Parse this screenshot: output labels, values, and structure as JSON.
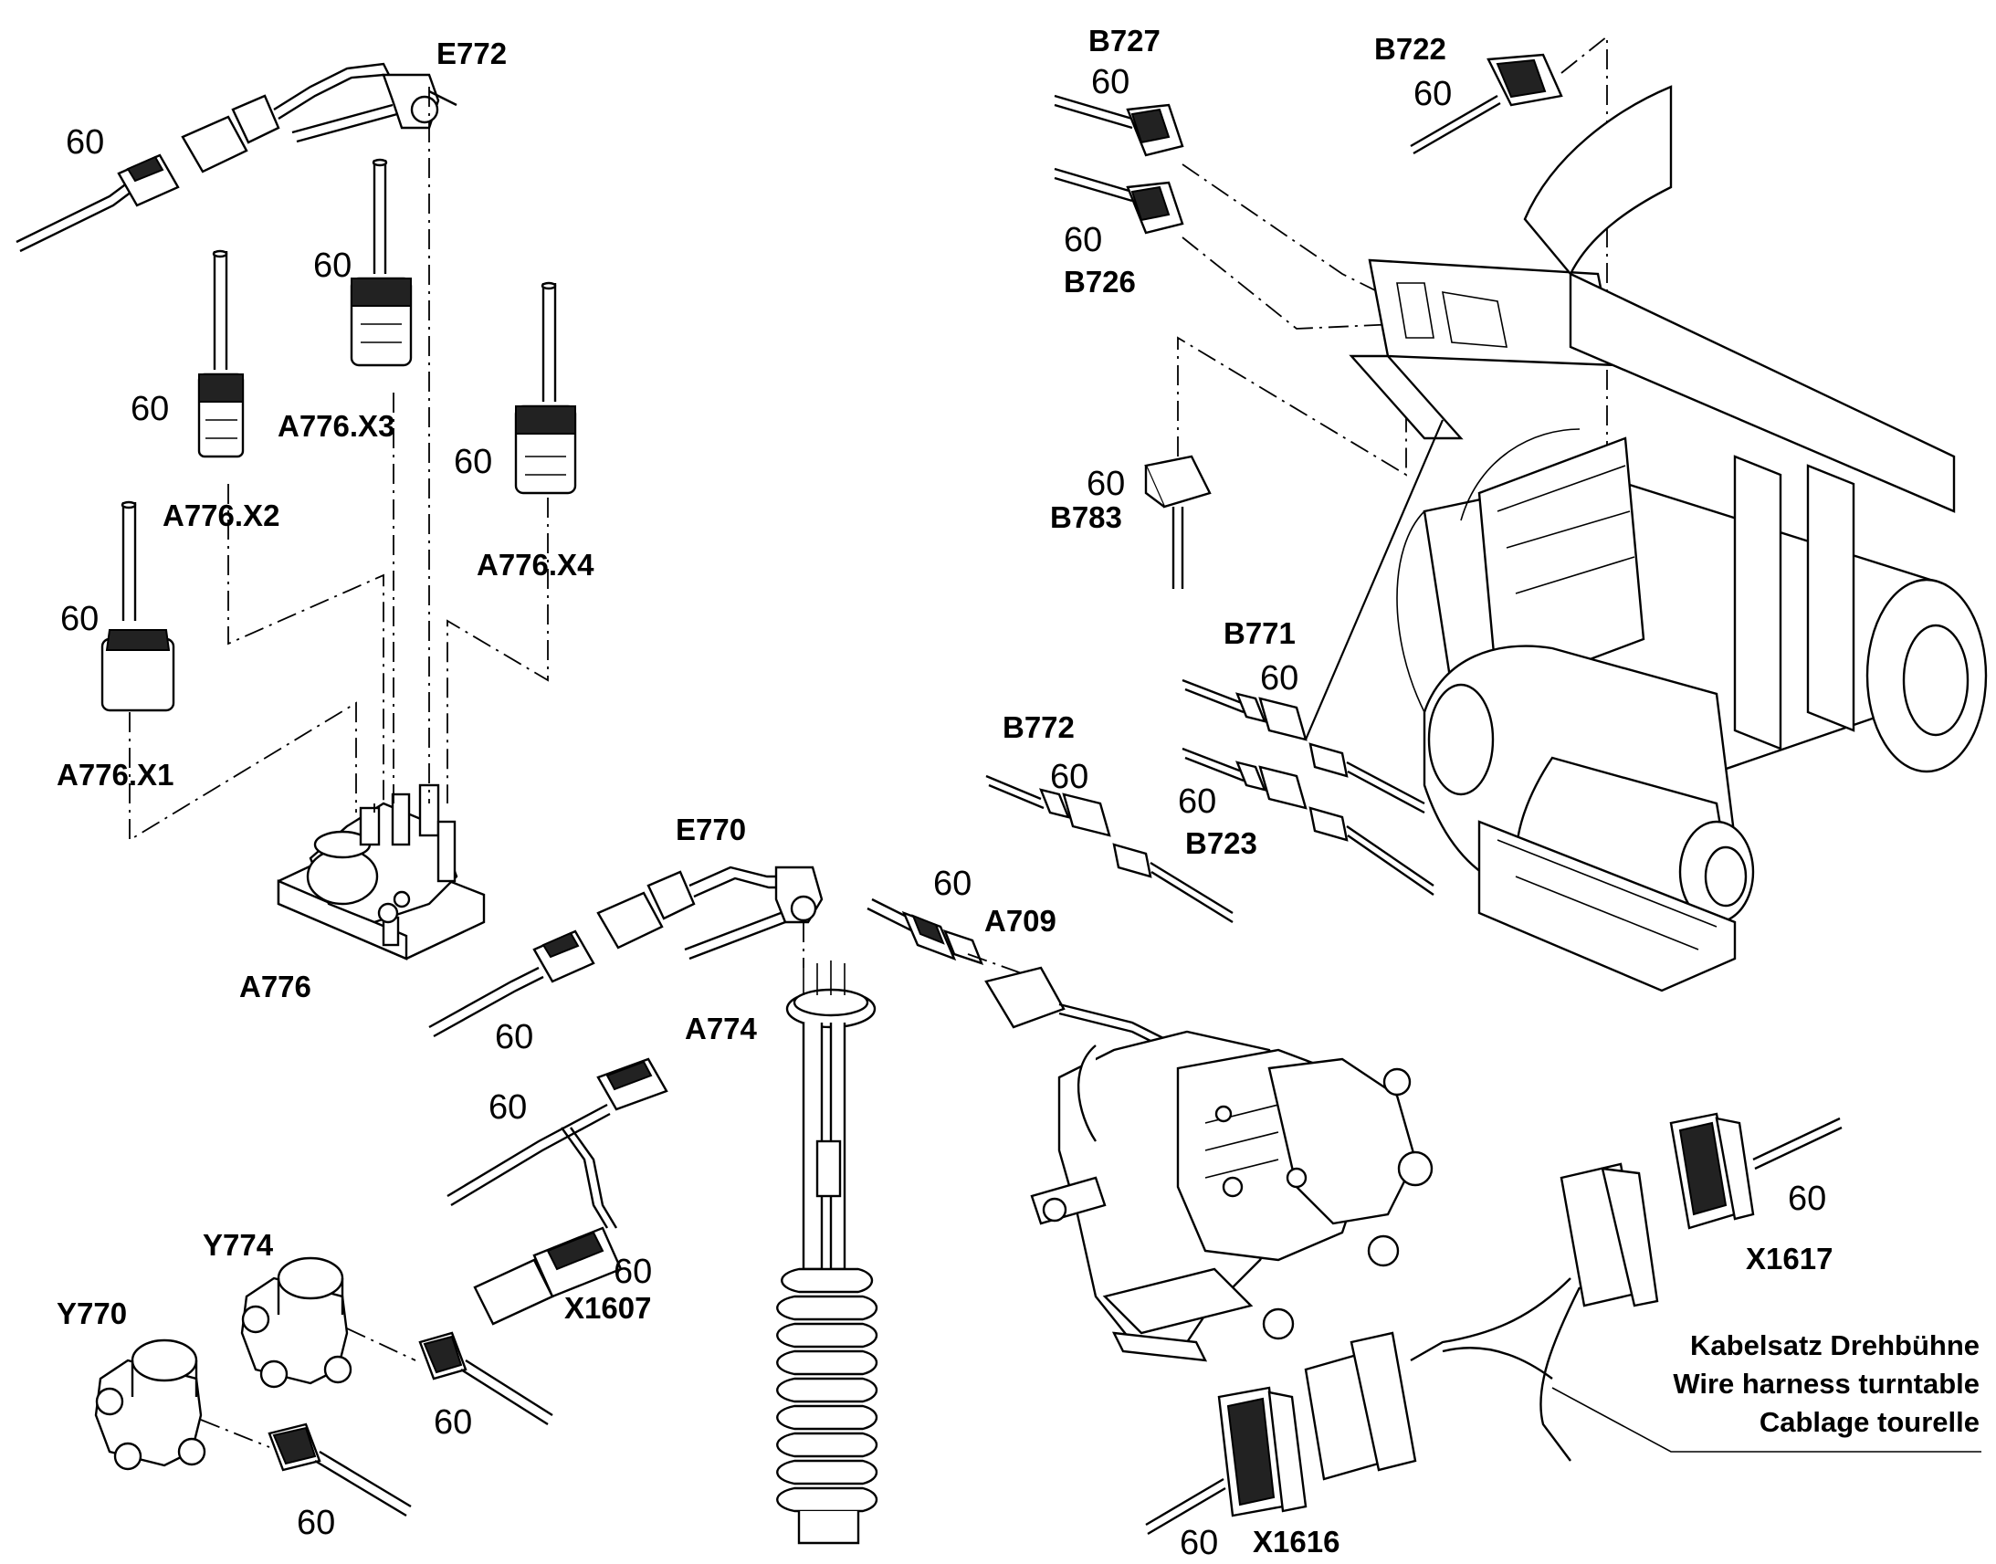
{
  "quantity_label": "60",
  "components": {
    "e772": "E772",
    "b727": "B727",
    "b722": "B722",
    "b726": "B726",
    "b783": "B783",
    "a776_x3": "A776.X3",
    "a776_x2": "A776.X2",
    "a776_x4": "A776.X4",
    "a776_x1": "A776.X1",
    "a776": "A776",
    "b771": "B771",
    "b772": "B772",
    "b723": "B723",
    "e770": "E770",
    "a709": "A709",
    "a774": "A774",
    "x1607": "X1607",
    "y774": "Y774",
    "y770": "Y770",
    "x1617": "X1617",
    "x1616": "X1616"
  },
  "caption": {
    "line1": "Kabelsatz Drehbühne",
    "line2": "Wire harness turntable",
    "line3": "Cablage tourelle"
  }
}
